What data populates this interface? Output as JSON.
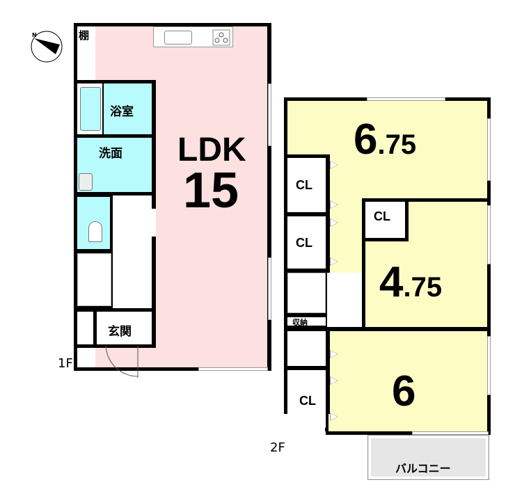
{
  "floor1": {
    "label": "1F",
    "rooms": {
      "shelf": "棚",
      "bath": "浴室",
      "washroom": "洗面",
      "ldk_label": "LDK",
      "ldk_size": "15",
      "entrance": "玄関"
    }
  },
  "floor2": {
    "label": "2F",
    "rooms": {
      "room_a_int": "6",
      "room_a_frac": ".75",
      "room_b_int": "4",
      "room_b_frac": ".75",
      "room_c": "6",
      "closet": "CL",
      "storage": "収納",
      "balcony": "バルコニー"
    }
  },
  "compass": {
    "label": "N"
  },
  "colors": {
    "ldk": "#fde0e0",
    "wet": "#b8fbfd",
    "bedroom": "#fdfcc4",
    "balcony": "#e6e6e6"
  }
}
